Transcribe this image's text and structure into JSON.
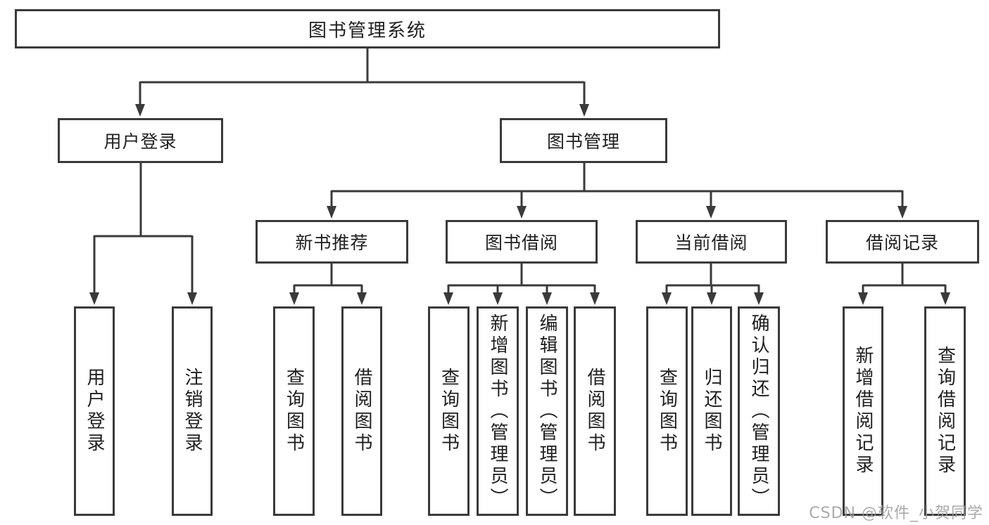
{
  "watermark": "CSDN @软件_小贺同学",
  "colors": {
    "line": "#3a3a3a",
    "box_border": "#3a3a3a",
    "text": "#1f1f1f",
    "background": "#ffffff",
    "watermark": "#9c9c9c"
  },
  "tree": {
    "root": "图书管理系统",
    "children": [
      {
        "label": "用户登录",
        "children": [
          {
            "label": "用户登录"
          },
          {
            "label": "注销登录"
          }
        ]
      },
      {
        "label": "图书管理",
        "children": [
          {
            "label": "新书推荐",
            "children": [
              {
                "label": "查询图书"
              },
              {
                "label": "借阅图书"
              }
            ]
          },
          {
            "label": "图书借阅",
            "children": [
              {
                "label": "查询图书"
              },
              {
                "label": "新增图书（管理员）"
              },
              {
                "label": "编辑图书（管理员）"
              },
              {
                "label": "借阅图书"
              }
            ]
          },
          {
            "label": "当前借阅",
            "children": [
              {
                "label": "查询图书"
              },
              {
                "label": "归还图书"
              },
              {
                "label": "确认归还（管理员）"
              }
            ]
          },
          {
            "label": "借阅记录",
            "children": [
              {
                "label": "新增借阅记录"
              },
              {
                "label": "查询借阅记录"
              }
            ]
          }
        ]
      }
    ]
  }
}
